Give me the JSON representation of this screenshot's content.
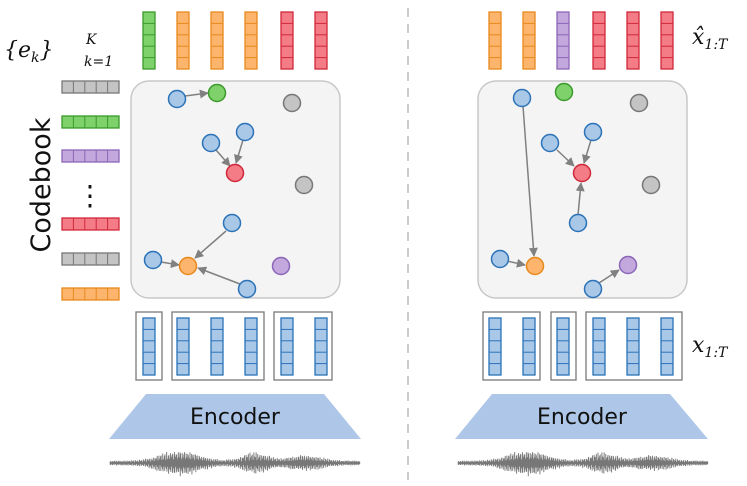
{
  "colors": {
    "green": "#7fd16b",
    "green_stroke": "#3a9a2a",
    "orange": "#fdb46c",
    "orange_stroke": "#e8891d",
    "purple": "#c2a8dd",
    "purple_stroke": "#8c66b8",
    "red": "#f47c86",
    "red_stroke": "#d0283a",
    "gray": "#c4c4c4",
    "gray_stroke": "#777777",
    "blue": "#a9c8e8",
    "blue_stroke": "#2b72b8",
    "panel_fill": "#f4f4f4",
    "panel_stroke": "#c8c8c8",
    "encoder_fill": "#aec7e8",
    "arrow": "#808080",
    "waveform": "#777777"
  },
  "codebook": {
    "label": "Codebook",
    "set_notation": {
      "base": "{e",
      "sub": "k",
      "close": "}",
      "sup": "K",
      "range": "k=1"
    },
    "ellipsis": "⋮",
    "entries": [
      "gray",
      "green",
      "purple",
      "gap",
      "red",
      "gray",
      "orange"
    ]
  },
  "left_panel": {
    "quantized_columns": [
      "green",
      "orange",
      "orange",
      "orange",
      "red",
      "red"
    ],
    "encoder_label": "Encoder"
  },
  "right_panel": {
    "quantized_columns": [
      "orange",
      "orange",
      "purple",
      "red",
      "red",
      "red"
    ],
    "encoder_label": "Encoder",
    "xhat_label": {
      "base": "x̂",
      "sub": "1:T"
    },
    "x_label": {
      "base": "x",
      "sub": "1:T"
    }
  }
}
